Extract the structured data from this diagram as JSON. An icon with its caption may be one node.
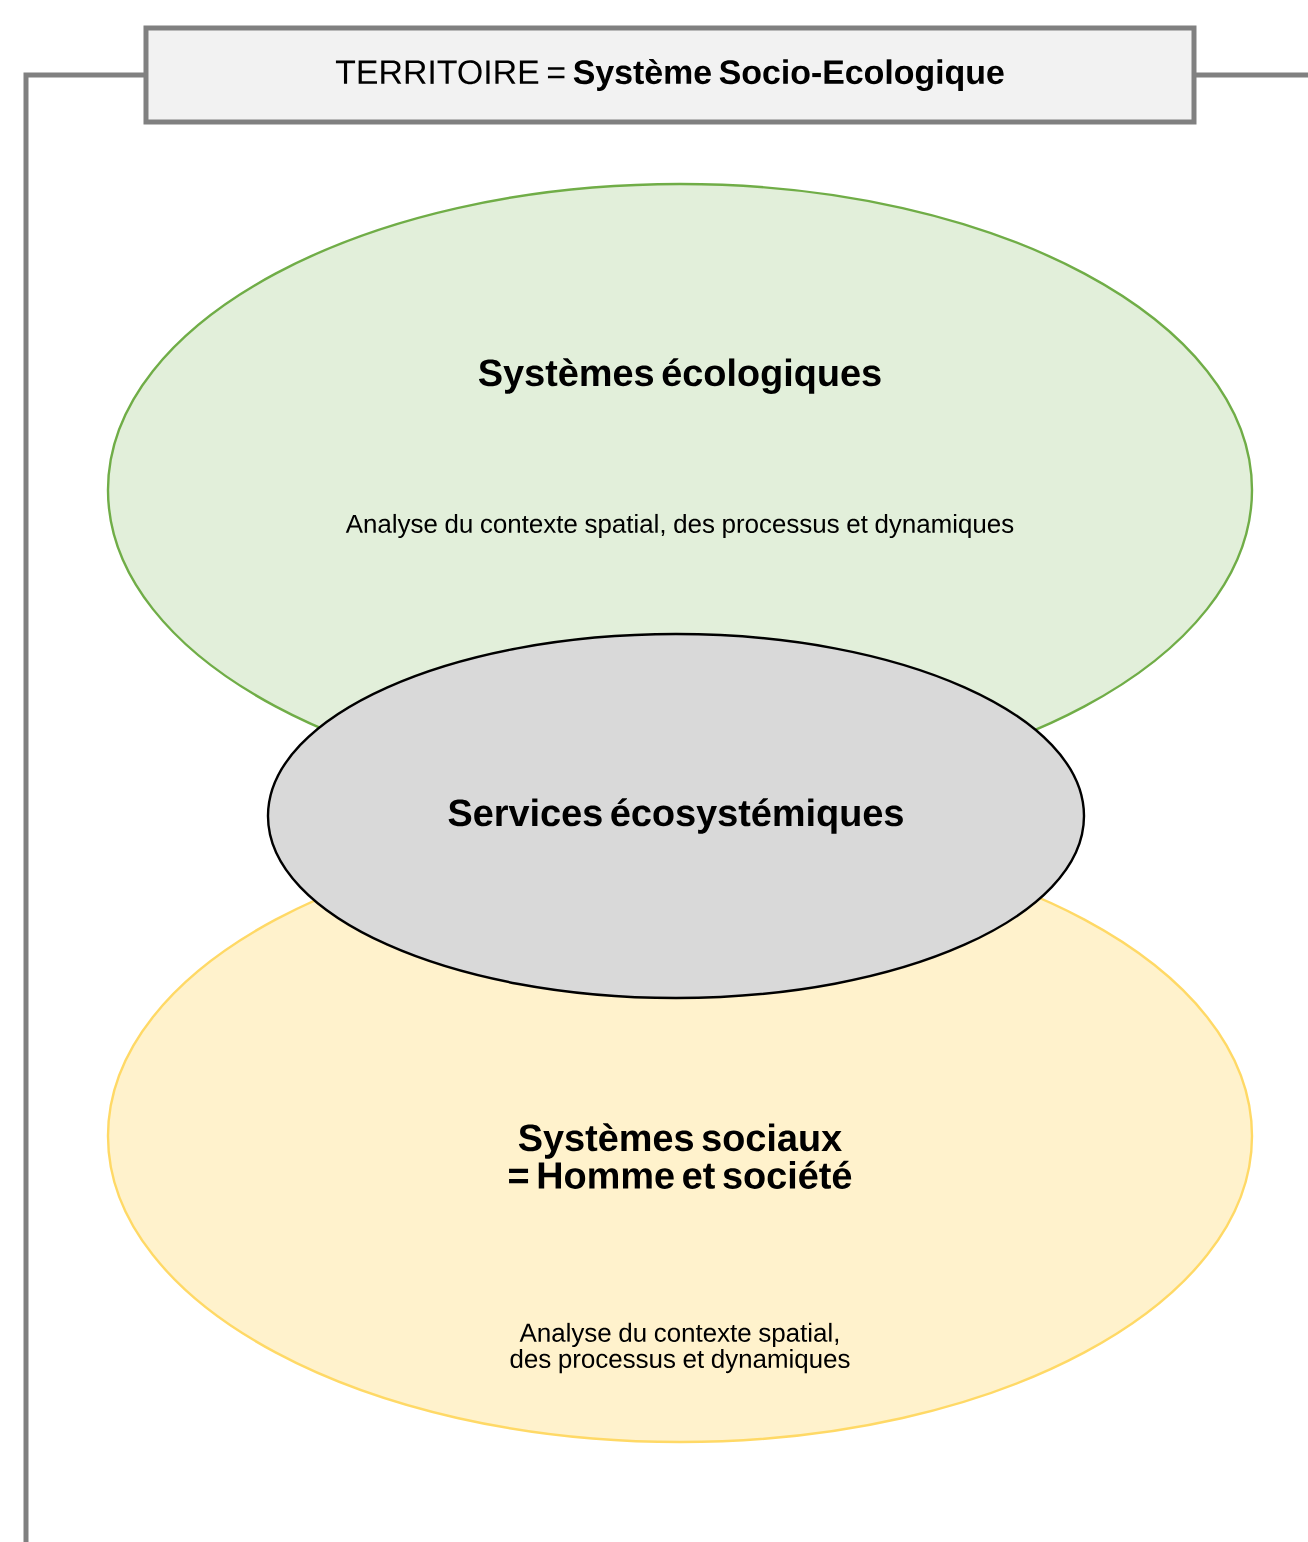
{
  "diagram": {
    "nodes": [
      {
        "text": [
          "TERRITOIRE = **Système Socio-Ecologique**"
        ]
      },
      {
        "text": [
          "Systèmes écologiques",
          "Analyse du contexte spatial, des processus et dynamiques"
        ]
      },
      {
        "text": [
          "Services écosystémiques"
        ]
      },
      {
        "text": [
          "Systèmes sociaux = Homme et société",
          "Analyse du contexte spatial, des processus et dynamiques"
        ]
      }
    ]
  }
}
